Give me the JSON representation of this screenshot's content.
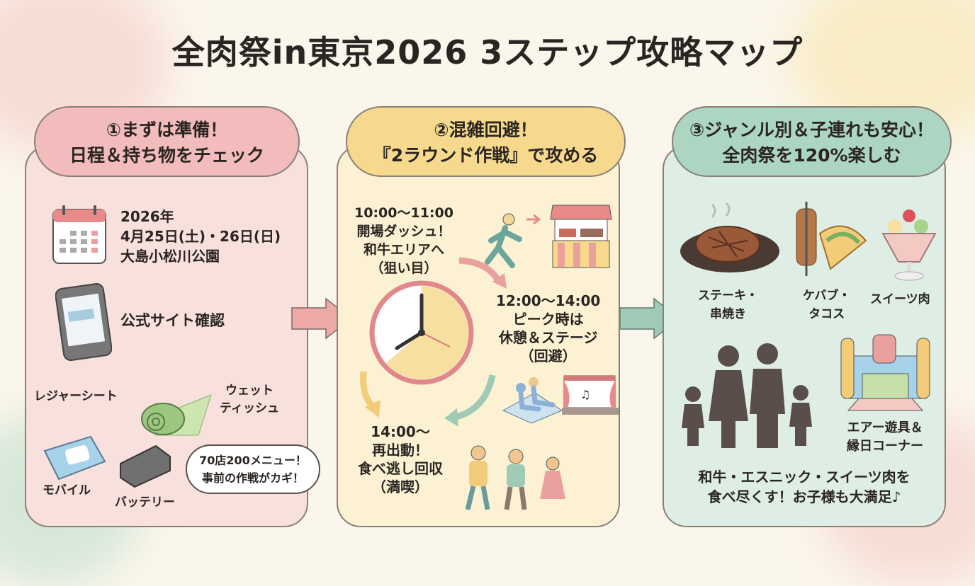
{
  "title": "全肉祭in東京2026 3ステップ攻略マップ",
  "colors": {
    "step1": "#f3bcbc",
    "step2": "#f7d98e",
    "step3": "#acd6c2"
  },
  "step1": {
    "header": [
      "①まずは準備！",
      "日程＆持ち物をチェック"
    ],
    "date": [
      "2026年",
      "4月25日(土)・26日(日)",
      "大島小松川公園"
    ],
    "site": "公式サイト確認",
    "items": [
      "レジャーシート",
      "ウェット",
      "ティッシュ",
      "モバイル",
      "バッテリー"
    ],
    "bubble": [
      "70店200メニュー！",
      "事前の作戦がカギ！"
    ],
    "icons": [
      "calendar-icon",
      "smartphone-icon",
      "leisure-sheet-icon",
      "wet-tissue-icon",
      "battery-icon"
    ]
  },
  "step2": {
    "header": [
      "②混雑回避！",
      "『2ラウンド作戦』で攻める"
    ],
    "round1": [
      "10:00〜11:00",
      "開場ダッシュ！",
      "和牛エリアへ",
      "（狙い目）"
    ],
    "round_peak": [
      "12:00〜14:00",
      "ピーク時は",
      "休憩＆ステージ",
      "（回避）"
    ],
    "round2": [
      "14:00〜",
      "再出動！",
      "食べ逃し回収",
      "（満喫）"
    ],
    "icons": [
      "runner-icon",
      "food-stall-icon",
      "clock-icon",
      "resting-people-icon",
      "stage-icon",
      "people-with-food-icon"
    ]
  },
  "step3": {
    "header": [
      "③ジャンル別＆子連れも安心！",
      "全肉祭を120%楽しむ"
    ],
    "genres": [
      [
        "ステーキ・",
        "串焼き"
      ],
      [
        "ケバブ・",
        "タコス"
      ],
      [
        "スイーツ肉"
      ]
    ],
    "kids": [
      "エアー遊具＆",
      "縁日コーナー"
    ],
    "summary": [
      "和牛・エスニック・スイーツ肉を",
      "食べ尽くす！お子様も大満足♪"
    ],
    "icons": [
      "steak-icon",
      "kebab-taco-icon",
      "parfait-icon",
      "family-icon",
      "bouncy-castle-icon"
    ]
  }
}
